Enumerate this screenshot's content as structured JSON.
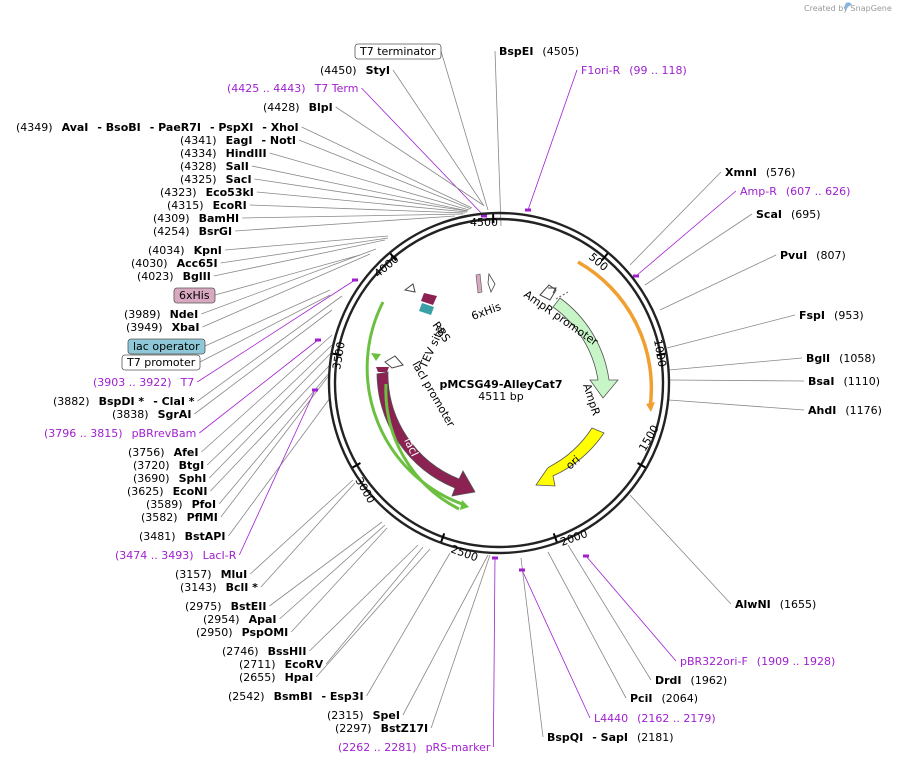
{
  "credit": "Created by SnapGene",
  "plasmid": {
    "name": "pMCSG49-AlleyCat7",
    "size": "4511 bp"
  },
  "colors": {
    "ampr": "#c8f5c8",
    "ori": "#ffff00",
    "laci": "#8b2252",
    "primer": "#a020d0",
    "feature_orange": "#f0a030",
    "feature_green": "#6cc040",
    "box_6xhis": "#d8a8c0",
    "box_lac_operator": "#8ec8d8"
  },
  "ticks": [
    "500",
    "1000",
    "1500",
    "2000",
    "2500",
    "3000",
    "3500",
    "4000",
    "4500"
  ],
  "features": [
    {
      "id": "ampr",
      "label": "AmpR"
    },
    {
      "id": "ampr-promoter",
      "label": "AmpR promoter"
    },
    {
      "id": "ori",
      "label": "ori"
    },
    {
      "id": "laci",
      "label": "lacI"
    },
    {
      "id": "laci-promoter",
      "label": "lacI promoter"
    },
    {
      "id": "rbs",
      "label": "RBS"
    },
    {
      "id": "tev",
      "label": "TEV site"
    },
    {
      "id": "6xhis",
      "label": "6xHis"
    }
  ],
  "labels": [
    {
      "id": "bspei",
      "parts": [
        [
          "b",
          "BspEI"
        ],
        [
          "n",
          "(4505)"
        ]
      ]
    },
    {
      "id": "t7term-box",
      "parts": [
        [
          "box",
          "T7 terminator"
        ]
      ]
    },
    {
      "id": "styi",
      "parts": [
        [
          "n",
          "(4450)"
        ],
        [
          "b",
          "StyI"
        ]
      ]
    },
    {
      "id": "f1ori-r",
      "parts": [
        [
          "p",
          "F1ori-R"
        ],
        [
          "p",
          "(99 .. 118)"
        ]
      ]
    },
    {
      "id": "t7term-primer",
      "parts": [
        [
          "p",
          "(4425 .. 4443)"
        ],
        [
          "p",
          "T7 Term"
        ]
      ]
    },
    {
      "id": "blpi",
      "parts": [
        [
          "n",
          "(4428)"
        ],
        [
          "b",
          "BlpI"
        ]
      ]
    },
    {
      "id": "avai",
      "parts": [
        [
          "n",
          "(4349)"
        ],
        [
          "b",
          "AvaI"
        ],
        [
          "b",
          "- BsoBI"
        ],
        [
          "b",
          "- PaeR7I"
        ],
        [
          "b",
          "- PspXI"
        ],
        [
          "b",
          "- XhoI"
        ]
      ]
    },
    {
      "id": "eagi",
      "parts": [
        [
          "n",
          "(4341)"
        ],
        [
          "b",
          "EagI"
        ],
        [
          "b",
          "- NotI"
        ]
      ]
    },
    {
      "id": "hindiii",
      "parts": [
        [
          "n",
          "(4334)"
        ],
        [
          "b",
          "HindIII"
        ]
      ]
    },
    {
      "id": "sali",
      "parts": [
        [
          "n",
          "(4328)"
        ],
        [
          "b",
          "SalI"
        ]
      ]
    },
    {
      "id": "saci",
      "parts": [
        [
          "n",
          "(4325)"
        ],
        [
          "b",
          "SacI"
        ]
      ]
    },
    {
      "id": "eco53ki",
      "parts": [
        [
          "n",
          "(4323)"
        ],
        [
          "b",
          "Eco53kI"
        ]
      ]
    },
    {
      "id": "ecori",
      "parts": [
        [
          "n",
          "(4315)"
        ],
        [
          "b",
          "EcoRI"
        ]
      ]
    },
    {
      "id": "bamhi",
      "parts": [
        [
          "n",
          "(4309)"
        ],
        [
          "b",
          "BamHI"
        ]
      ]
    },
    {
      "id": "bsrgi",
      "parts": [
        [
          "n",
          "(4254)"
        ],
        [
          "b",
          "BsrGI"
        ]
      ]
    },
    {
      "id": "kpni",
      "parts": [
        [
          "n",
          "(4034)"
        ],
        [
          "b",
          "KpnI"
        ]
      ]
    },
    {
      "id": "acc65i",
      "parts": [
        [
          "n",
          "(4030)"
        ],
        [
          "b",
          "Acc65I"
        ]
      ]
    },
    {
      "id": "bglii",
      "parts": [
        [
          "n",
          "(4023)"
        ],
        [
          "b",
          "BglII"
        ]
      ]
    },
    {
      "id": "6xhis-box",
      "parts": [
        [
          "box",
          "6xHis"
        ]
      ]
    },
    {
      "id": "ndei",
      "parts": [
        [
          "n",
          "(3989)"
        ],
        [
          "b",
          "NdeI"
        ]
      ]
    },
    {
      "id": "xbai",
      "parts": [
        [
          "n",
          "(3949)"
        ],
        [
          "b",
          "XbaI"
        ]
      ]
    },
    {
      "id": "lacop-box",
      "parts": [
        [
          "box",
          "lac operator"
        ]
      ]
    },
    {
      "id": "t7prom-box",
      "parts": [
        [
          "box",
          "T7 promoter"
        ]
      ]
    },
    {
      "id": "t7-primer",
      "parts": [
        [
          "p",
          "(3903 .. 3922)"
        ],
        [
          "p",
          "T7"
        ]
      ]
    },
    {
      "id": "bspdi",
      "parts": [
        [
          "n",
          "(3882)"
        ],
        [
          "b",
          "BspDI *"
        ],
        [
          "b",
          "- ClaI *"
        ]
      ]
    },
    {
      "id": "sgrai",
      "parts": [
        [
          "n",
          "(3838)"
        ],
        [
          "b",
          "SgrAI"
        ]
      ]
    },
    {
      "id": "pbrrevbam",
      "parts": [
        [
          "p",
          "(3796 .. 3815)"
        ],
        [
          "p",
          "pBRrevBam"
        ]
      ]
    },
    {
      "id": "afei",
      "parts": [
        [
          "n",
          "(3756)"
        ],
        [
          "b",
          "AfeI"
        ]
      ]
    },
    {
      "id": "btgi",
      "parts": [
        [
          "n",
          "(3720)"
        ],
        [
          "b",
          "BtgI"
        ]
      ]
    },
    {
      "id": "sphi",
      "parts": [
        [
          "n",
          "(3690)"
        ],
        [
          "b",
          "SphI"
        ]
      ]
    },
    {
      "id": "econi",
      "parts": [
        [
          "n",
          "(3625)"
        ],
        [
          "b",
          "EcoNI"
        ]
      ]
    },
    {
      "id": "pfoi",
      "parts": [
        [
          "n",
          "(3589)"
        ],
        [
          "b",
          "PfoI"
        ]
      ]
    },
    {
      "id": "pflmi",
      "parts": [
        [
          "n",
          "(3582)"
        ],
        [
          "b",
          "PflMI"
        ]
      ]
    },
    {
      "id": "bstapi",
      "parts": [
        [
          "n",
          "(3481)"
        ],
        [
          "b",
          "BstAPI"
        ]
      ]
    },
    {
      "id": "laci-r",
      "parts": [
        [
          "p",
          "(3474 .. 3493)"
        ],
        [
          "p",
          "LacI-R"
        ]
      ]
    },
    {
      "id": "mlui",
      "parts": [
        [
          "n",
          "(3157)"
        ],
        [
          "b",
          "MluI"
        ]
      ]
    },
    {
      "id": "bcli",
      "parts": [
        [
          "n",
          "(3143)"
        ],
        [
          "b",
          "BclI *"
        ]
      ]
    },
    {
      "id": "bsteii",
      "parts": [
        [
          "n",
          "(2975)"
        ],
        [
          "b",
          "BstEII"
        ]
      ]
    },
    {
      "id": "apai",
      "parts": [
        [
          "n",
          "(2954)"
        ],
        [
          "b",
          "ApaI"
        ]
      ]
    },
    {
      "id": "pspomi",
      "parts": [
        [
          "n",
          "(2950)"
        ],
        [
          "b",
          "PspOMI"
        ]
      ]
    },
    {
      "id": "bsshii",
      "parts": [
        [
          "n",
          "(2746)"
        ],
        [
          "b",
          "BssHII"
        ]
      ]
    },
    {
      "id": "ecorv",
      "parts": [
        [
          "n",
          "(2711)"
        ],
        [
          "b",
          "EcoRV"
        ]
      ]
    },
    {
      "id": "hpai",
      "parts": [
        [
          "n",
          "(2655)"
        ],
        [
          "b",
          "HpaI"
        ]
      ]
    },
    {
      "id": "bsmbi",
      "parts": [
        [
          "n",
          "(2542)"
        ],
        [
          "b",
          "BsmBI"
        ],
        [
          "b",
          "- Esp3I"
        ]
      ]
    },
    {
      "id": "spei",
      "parts": [
        [
          "n",
          "(2315)"
        ],
        [
          "b",
          "SpeI"
        ]
      ]
    },
    {
      "id": "bstz17i",
      "parts": [
        [
          "n",
          "(2297)"
        ],
        [
          "b",
          "BstZ17I"
        ]
      ]
    },
    {
      "id": "prs-marker",
      "parts": [
        [
          "p",
          "(2262 .. 2281)"
        ],
        [
          "p",
          "pRS-marker"
        ]
      ]
    },
    {
      "id": "bspqi",
      "parts": [
        [
          "b",
          "BspQI"
        ],
        [
          "b",
          "- SapI"
        ],
        [
          "n",
          "(2181)"
        ]
      ]
    },
    {
      "id": "l4440",
      "parts": [
        [
          "p",
          "L4440"
        ],
        [
          "p",
          "(2162 .. 2179)"
        ]
      ]
    },
    {
      "id": "pcii",
      "parts": [
        [
          "b",
          "PciI"
        ],
        [
          "n",
          "(2064)"
        ]
      ]
    },
    {
      "id": "drdi",
      "parts": [
        [
          "b",
          "DrdI"
        ],
        [
          "n",
          "(1962)"
        ]
      ]
    },
    {
      "id": "pbr322ori",
      "parts": [
        [
          "p",
          "pBR322ori-F"
        ],
        [
          "p",
          "(1909 .. 1928)"
        ]
      ]
    },
    {
      "id": "alwni",
      "parts": [
        [
          "b",
          "AlwNI"
        ],
        [
          "n",
          "(1655)"
        ]
      ]
    },
    {
      "id": "xmni",
      "parts": [
        [
          "b",
          "XmnI"
        ],
        [
          "n",
          "(576)"
        ]
      ]
    },
    {
      "id": "amp-r",
      "parts": [
        [
          "p",
          "Amp-R"
        ],
        [
          "p",
          "(607 .. 626)"
        ]
      ]
    },
    {
      "id": "scai",
      "parts": [
        [
          "b",
          "ScaI"
        ],
        [
          "n",
          "(695)"
        ]
      ]
    },
    {
      "id": "pvui",
      "parts": [
        [
          "b",
          "PvuI"
        ],
        [
          "n",
          "(807)"
        ]
      ]
    },
    {
      "id": "fspi",
      "parts": [
        [
          "b",
          "FspI"
        ],
        [
          "n",
          "(953)"
        ]
      ]
    },
    {
      "id": "bgli",
      "parts": [
        [
          "b",
          "BglI"
        ],
        [
          "n",
          "(1058)"
        ]
      ]
    },
    {
      "id": "bsai",
      "parts": [
        [
          "b",
          "BsaI"
        ],
        [
          "n",
          "(1110)"
        ]
      ]
    },
    {
      "id": "ahdi",
      "parts": [
        [
          "b",
          "AhdI"
        ],
        [
          "n",
          "(1176)"
        ]
      ]
    }
  ]
}
